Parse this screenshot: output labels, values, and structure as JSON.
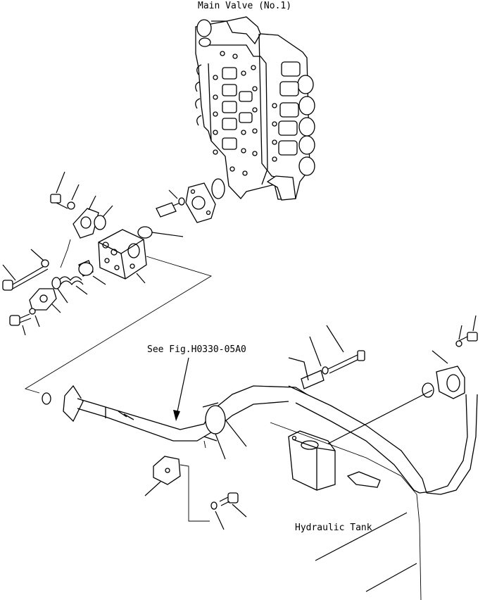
{
  "labels": {
    "main_valve": "Main Valve (No.1)",
    "see_fig": "See Fig.H0330-05A0",
    "hydraulic_tank": "Hydraulic Tank"
  }
}
